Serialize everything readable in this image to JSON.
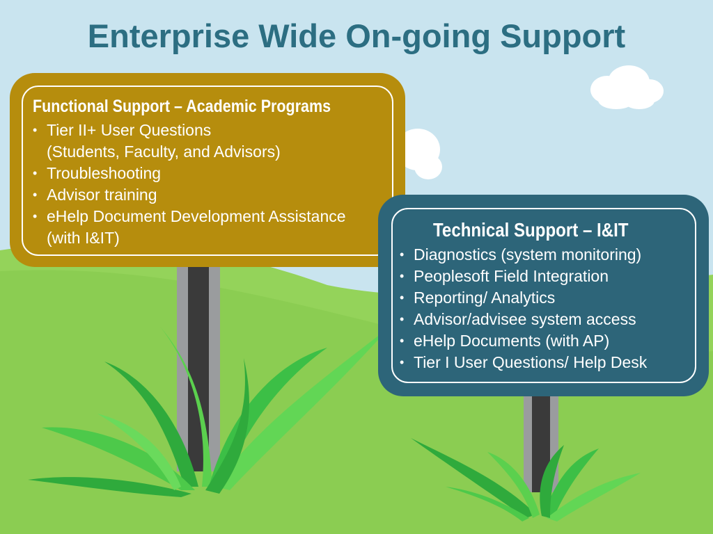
{
  "slide": {
    "title": "Enterprise Wide On-going Support",
    "colors": {
      "sky": "#c9e4ef",
      "title": "#2c6e82",
      "grass_dark": "#7fc548",
      "grass_light": "#94d35a",
      "left_sign": "#b68d0d",
      "right_sign": "#2d6579"
    }
  },
  "left_sign": {
    "heading": "Functional Support – Academic Programs",
    "items": [
      {
        "line1": "Tier II+ User Questions",
        "line2": "(Students, Faculty, and Advisors)"
      },
      {
        "line1": "Troubleshooting"
      },
      {
        "line1": "Advisor training"
      },
      {
        "line1": "eHelp Document Development Assistance",
        "line2": "(with I&IT)"
      }
    ]
  },
  "right_sign": {
    "heading": "Technical Support – I&IT",
    "items": [
      {
        "line1": "Diagnostics (system monitoring)"
      },
      {
        "line1": "Peoplesoft Field Integration"
      },
      {
        "line1": "Reporting/ Analytics"
      },
      {
        "line1": "Advisor/advisee system access"
      },
      {
        "line1": "eHelp Documents (with AP)"
      },
      {
        "line1": "Tier I User Questions/ Help Desk"
      }
    ]
  },
  "bullet_char": "•"
}
